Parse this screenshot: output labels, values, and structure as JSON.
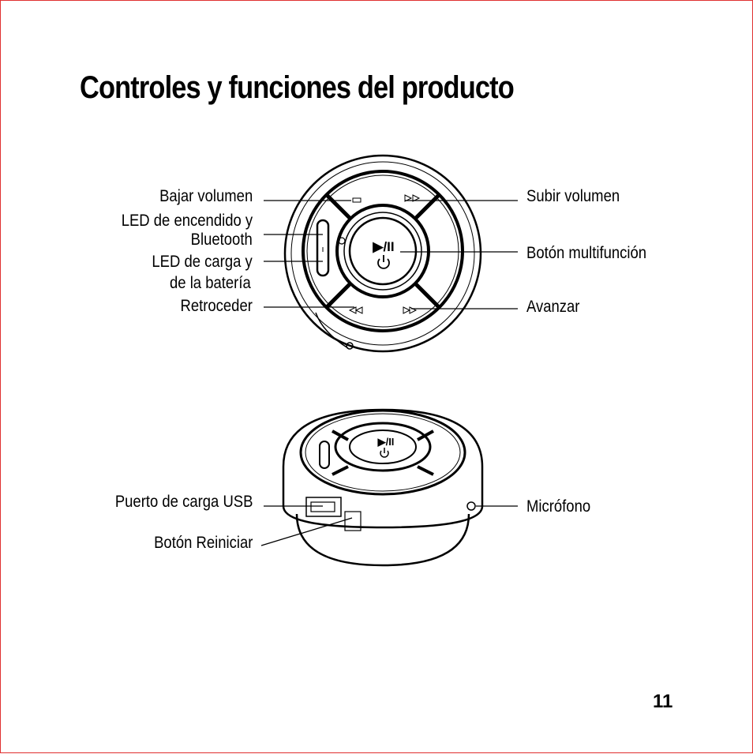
{
  "page": {
    "title": "Controles y funciones del producto",
    "page_number": "11"
  },
  "top_view": {
    "labels_left": {
      "volume_down": "Bajar volumen",
      "power_led_1": "LED de encendido y",
      "power_led_2": "Bluetooth",
      "charge_led_1": "LED de carga y",
      "charge_led_2": "de la batería",
      "rewind": "Retroceder"
    },
    "labels_right": {
      "volume_up": "Subir volumen",
      "multifunction": "Botón multifunción",
      "forward": "Avanzar"
    },
    "button_glyph": "▶/II"
  },
  "side_view": {
    "labels_left": {
      "usb_port": "Puerto de carga USB",
      "reset": "Botón Reiniciar"
    },
    "labels_right": {
      "microphone": "Micrófono"
    },
    "button_glyph": "▶/II"
  }
}
